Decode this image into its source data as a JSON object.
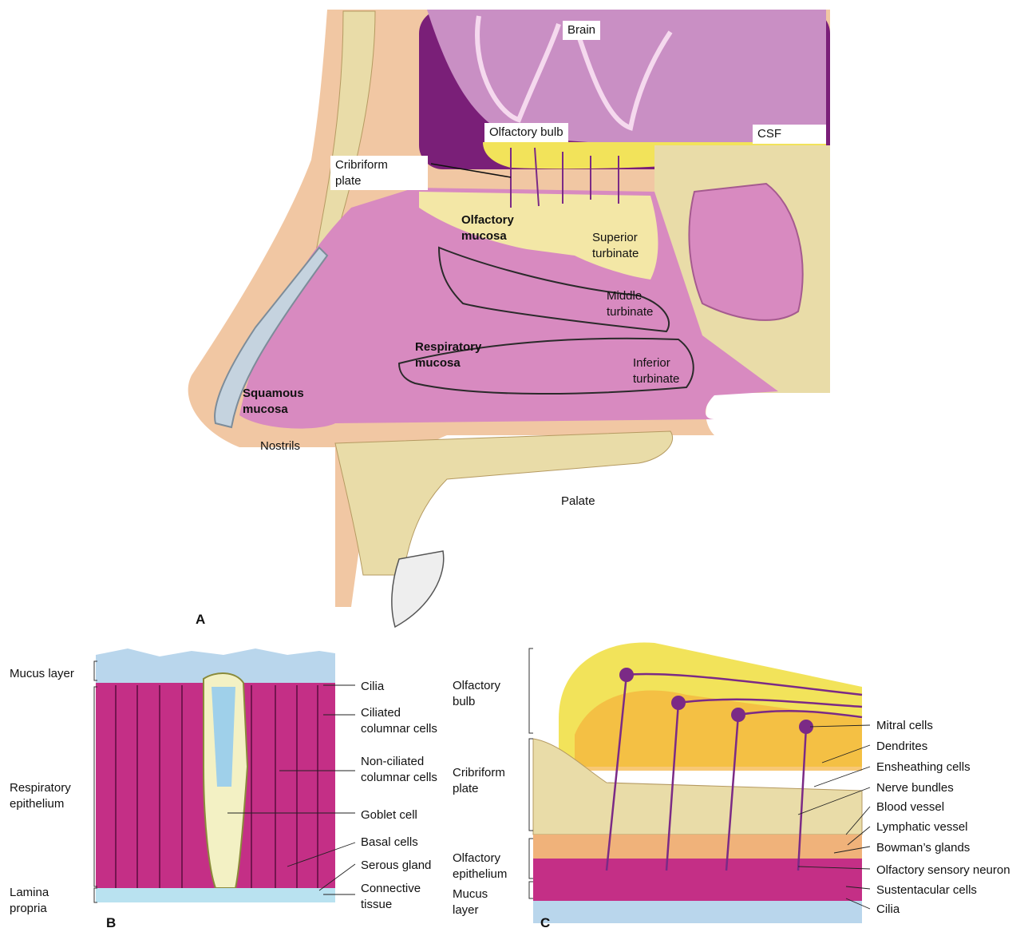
{
  "panelA": {
    "letter": "A",
    "labels": {
      "brain": "Brain",
      "olfactory_bulb": "Olfactory bulb",
      "csf": "CSF",
      "cribriform_plate": "Cribriform\nplate",
      "olfactory_mucosa": "Olfactory\nmucosa",
      "superior_turbinate": "Superior\nturbinate",
      "middle_turbinate": "Middle\nturbinate",
      "inferior_turbinate": "Inferior\nturbinate",
      "respiratory_mucosa": "Respiratory\nmucosa",
      "squamous_mucosa": "Squamous\nmucosa",
      "nostrils": "Nostrils",
      "palate": "Palate"
    }
  },
  "panelB": {
    "letter": "B",
    "left_labels": {
      "mucus_layer": "Mucus layer",
      "respiratory_epithelium": "Respiratory\nepithelium",
      "lamina_propria": "Lamina\npropria"
    },
    "right_labels": {
      "cilia": "Cilia",
      "ciliated": "Ciliated\ncolumnar cells",
      "non_ciliated": "Non-ciliated\ncolumnar cells",
      "goblet": "Goblet cell",
      "basal": "Basal cells",
      "serous": "Serous gland",
      "connective": "Connective\ntissue"
    }
  },
  "panelC": {
    "letter": "C",
    "left_labels": {
      "olfactory_bulb": "Olfactory\nbulb",
      "cribriform_plate": "Cribriform\nplate",
      "olfactory_epithelium": "Olfactory\nepithelium",
      "mucus_layer": "Mucus\nlayer"
    },
    "right_labels": {
      "mitral": "Mitral cells",
      "dendrites": "Dendrites",
      "ensheathing": "Ensheathing cells",
      "nerve_bundles": "Nerve bundles",
      "blood_vessel": "Blood vessel",
      "lymphatic": "Lymphatic vessel",
      "bowmans": "Bowman’s glands",
      "osn": "Olfactory sensory neuron",
      "sustentacular": "Sustentacular cells",
      "cilia": "Cilia"
    }
  },
  "colors": {
    "brain": "#c98fc4",
    "dura": "#7a1f78",
    "bone": "#e9dca8",
    "skin": "#f1c7a3",
    "nasal_cavity": "#d88ac0",
    "mucosa_yellow": "#f3e7a6",
    "bulb_yellow": "#f2e35a",
    "cell_magenta": "#c42f86",
    "mucus_blue": "#b9d6ec",
    "neuron_purple": "#7b2a86"
  }
}
